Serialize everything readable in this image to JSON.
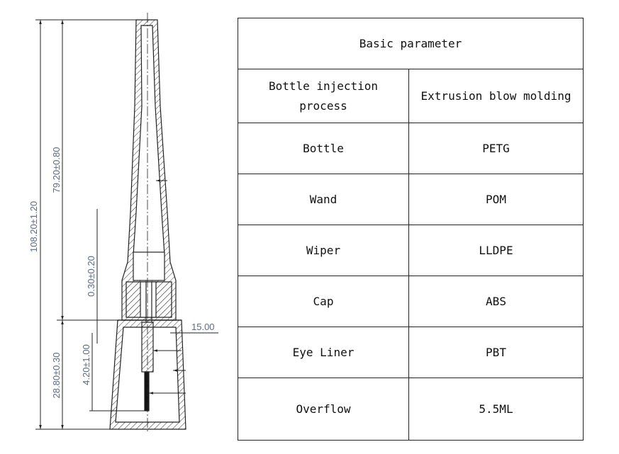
{
  "drawing": {
    "dimensions": {
      "overall_height": "108.20±1.20",
      "cap_height": "79.20±0.80",
      "gap": "0.30±0.20",
      "bottle_height": "28.80±0.30",
      "brush_length": "4.20±1.00",
      "neck_diameter": "15.00"
    },
    "line_color": "#222222",
    "dimension_color": "#5b6b86"
  },
  "table": {
    "title": "Basic parameter",
    "header": {
      "left": "Bottle injection process",
      "right": "Extrusion blow molding"
    },
    "rows": [
      {
        "part": "Bottle",
        "material": "PETG"
      },
      {
        "part": "Wand",
        "material": "POM"
      },
      {
        "part": "Wiper",
        "material": "LLDPE"
      },
      {
        "part": "Cap",
        "material": "ABS"
      },
      {
        "part": "Eye Liner",
        "material": "PBT"
      },
      {
        "part": "Overflow",
        "material": "5.5ML"
      }
    ]
  }
}
